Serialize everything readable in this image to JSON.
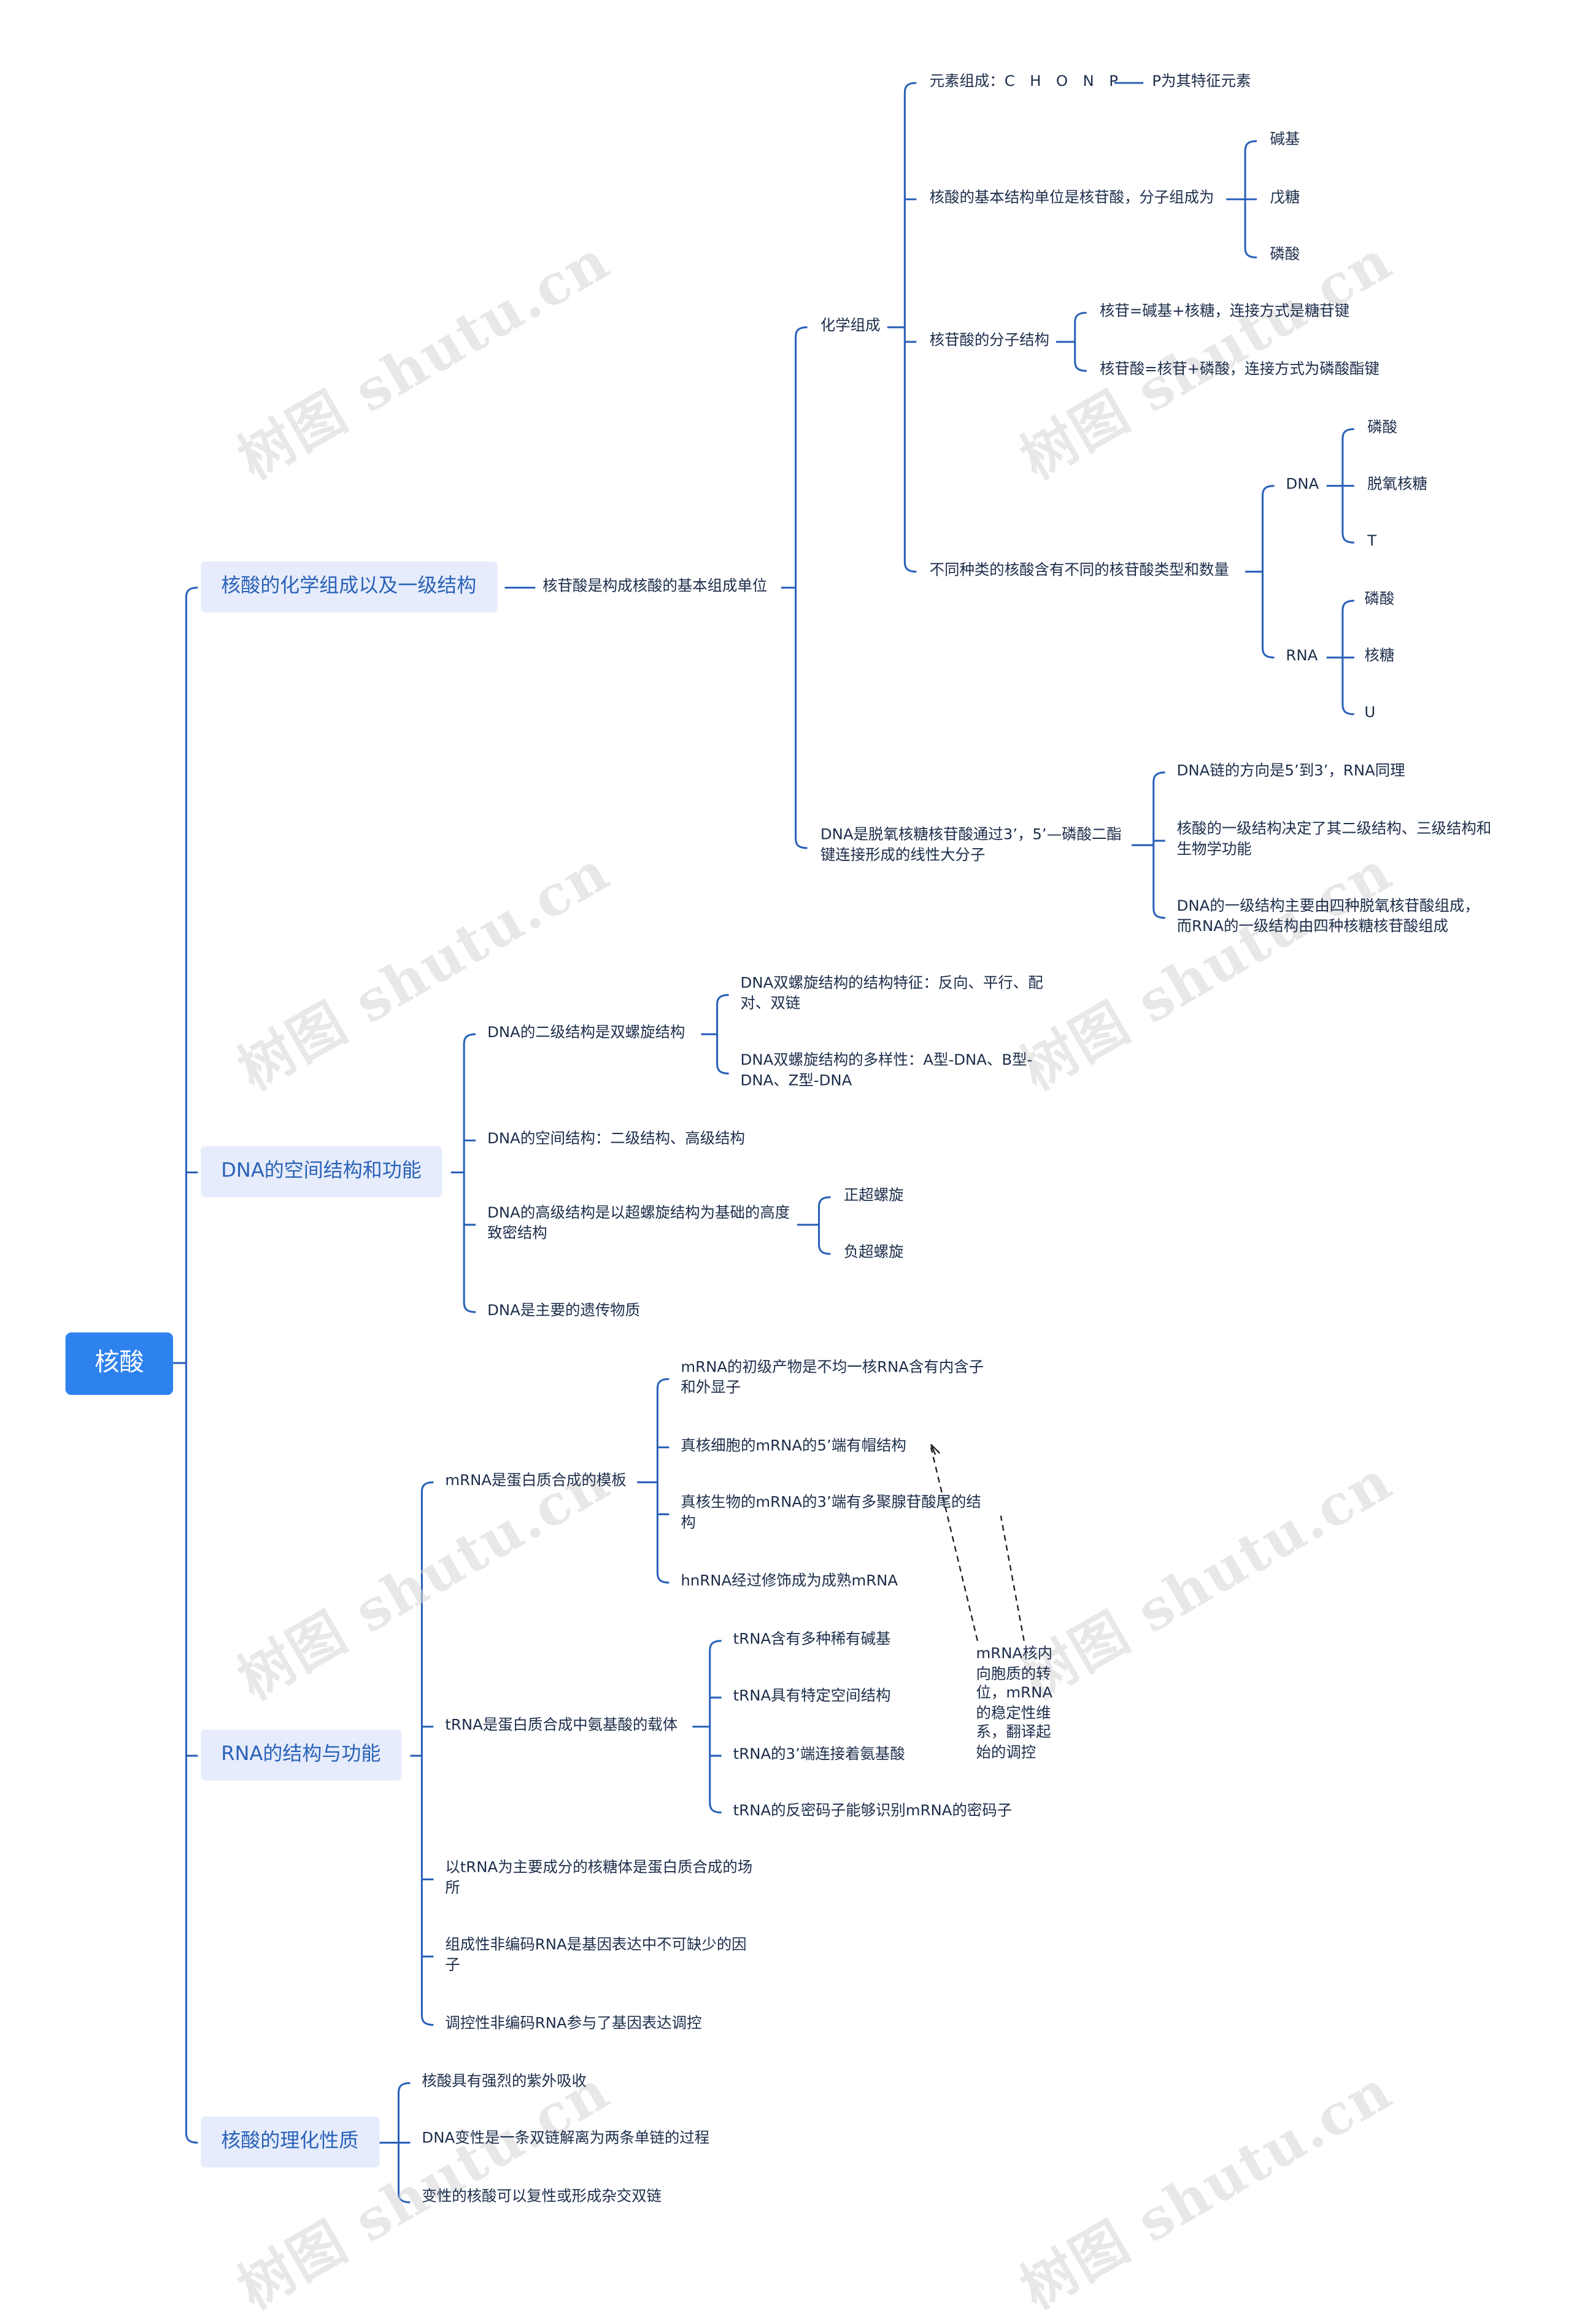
{
  "colors": {
    "line": "#2a62b8",
    "root_bg": "#2e82ee",
    "branch_bg": "#e6ecfb",
    "branch_text": "#2a62b8",
    "text": "#1c2d4a"
  },
  "watermark": "树图 shutu.cn",
  "root": "核酸",
  "b1": {
    "label": "核酸的化学组成以及一级结构",
    "basic_unit": "核苷酸是构成核酸的基本组成单位",
    "chem": {
      "label": "化学组成",
      "elements": "元素组成：C　H　O　N　P",
      "p_feature": "P为其特征元素",
      "unit": "核酸的基本结构单位是核苷酸，分子组成为",
      "unit_items": [
        "碱基",
        "戊糖",
        "磷酸"
      ],
      "mol": "核苷酸的分子结构",
      "mol_items": [
        "核苷=碱基+核糖，连接方式是糖苷键",
        "核苷酸=核苷+磷酸，连接方式为磷酸酯键"
      ],
      "types": "不同种类的核酸含有不同的核苷酸类型和数量",
      "dna": "DNA",
      "dna_items": [
        "磷酸",
        "脱氧核糖",
        "T"
      ],
      "rna": "RNA",
      "rna_items": [
        "磷酸",
        "核糖",
        "U"
      ]
    },
    "dna_def": "DNA是脱氧核糖核苷酸通过3’，5’—磷酸二酯键连接形成的线性大分子",
    "dna_def_items": [
      "DNA链的方向是5’到3’，RNA同理",
      "核酸的一级结构决定了其二级结构、三级结构和生物学功能",
      "DNA的一级结构主要由四种脱氧核苷酸组成，而RNA的一级结构由四种核糖核苷酸组成"
    ]
  },
  "b2": {
    "label": "DNA的空间结构和功能",
    "helix": "DNA的二级结构是双螺旋结构",
    "helix_items": [
      "DNA双螺旋结构的结构特征：反向、平行、配对、双链",
      "DNA双螺旋结构的多样性：A型-DNA、B型-DNA、Z型-DNA"
    ],
    "spatial": "DNA的空间结构：二级结构、高级结构",
    "higher": "DNA的高级结构是以超螺旋结构为基础的高度致密结构",
    "higher_items": [
      "正超螺旋",
      "负超螺旋"
    ],
    "genetic": "DNA是主要的遗传物质"
  },
  "b3": {
    "label": "RNA的结构与功能",
    "mrna": "mRNA是蛋白质合成的模板",
    "mrna_items": [
      "mRNA的初级产物是不均一核RNA含有内含子和外显子",
      "真核细胞的mRNA的5’端有帽结构",
      "真核生物的mRNA的3’端有多聚腺苷酸尾的结构",
      "hnRNA经过修饰成为成熟mRNA"
    ],
    "trna": "tRNA是蛋白质合成中氨基酸的载体",
    "trna_items": [
      "tRNA含有多种稀有碱基",
      "tRNA具有特定空间结构",
      "tRNA的3’端连接着氨基酸",
      "tRNA的反密码子能够识别mRNA的密码子"
    ],
    "rrna": "以tRNA为主要成分的核糖体是蛋白质合成的场所",
    "ncrna1": "组成性非编码RNA是基因表达中不可缺少的因子",
    "ncrna2": "调控性非编码RNA参与了基因表达调控",
    "note": "mRNA核内向胞质的转位，mRNA的稳定性维系，翻译起始的调控"
  },
  "b4": {
    "label": "核酸的理化性质",
    "items": [
      "核酸具有强烈的紫外吸收",
      "DNA变性是一条双链解离为两条单链的过程",
      "变性的核酸可以复性或形成杂交双链"
    ]
  }
}
